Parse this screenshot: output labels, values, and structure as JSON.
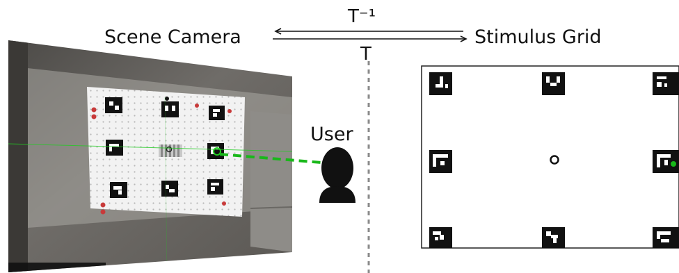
{
  "labels": {
    "scene_camera": "Scene Camera",
    "stimulus_grid": "Stimulus Grid",
    "t_inverse": "T⁻¹",
    "t": "T",
    "user": "User"
  },
  "colors": {
    "gaze_line": "#19b81a",
    "gaze_point": "#19b81a",
    "marker": "#111111",
    "divider": "#8a8a8a"
  },
  "icons": {
    "user": "user-silhouette-icon",
    "fixation_target": "ring-icon",
    "arrow_left": "long-arrow-left-icon",
    "arrow_right": "long-arrow-right-icon"
  }
}
